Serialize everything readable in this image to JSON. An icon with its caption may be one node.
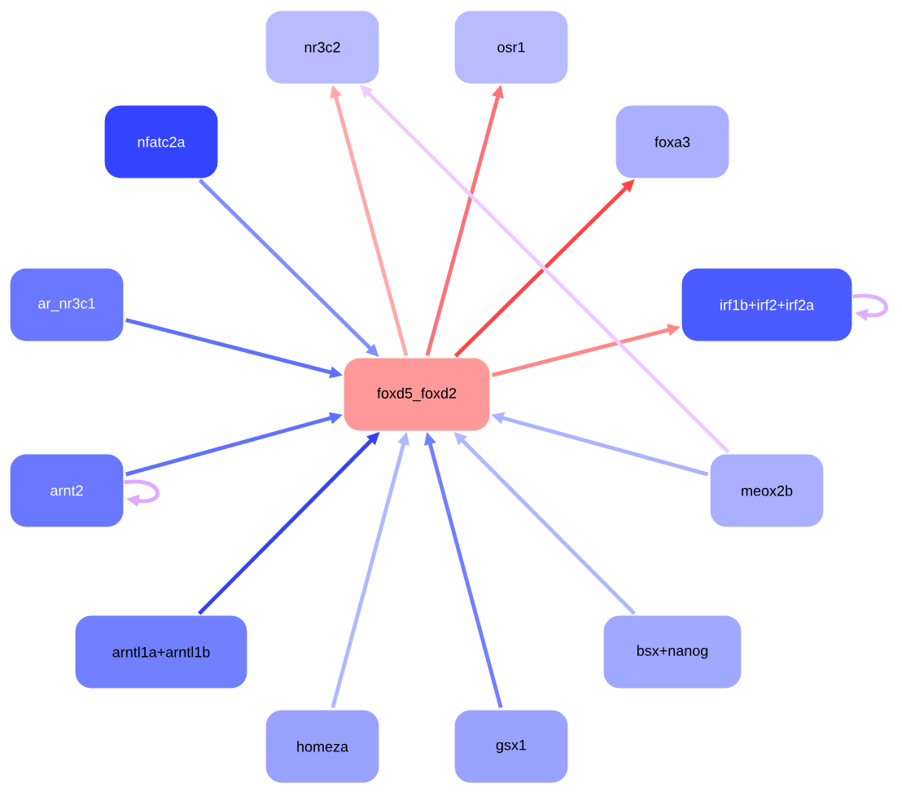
{
  "diagram": {
    "nodes": [
      {
        "text": [
          "foxd5_foxd2"
        ]
      },
      {
        "text": [
          "nr3c2"
        ]
      },
      {
        "text": [
          "osr1"
        ]
      },
      {
        "text": [
          "nfatc2a"
        ]
      },
      {
        "text": [
          "foxa3"
        ]
      },
      {
        "text": [
          "ar_nr3c1"
        ]
      },
      {
        "text": [
          "irf1b+irf2+irf2a"
        ]
      },
      {
        "text": [
          "arnt2"
        ]
      },
      {
        "text": [
          "meox2b"
        ]
      },
      {
        "text": [
          "arntl1a+arntl1b"
        ]
      },
      {
        "text": [
          "bsx+nanog"
        ]
      },
      {
        "text": [
          "homeza"
        ]
      },
      {
        "text": [
          "gsx1"
        ]
      }
    ],
    "edges": [
      {
        "from": 0,
        "to": 1,
        "arrow": "to",
        "color": "#ffaaaa"
      },
      {
        "from": 0,
        "to": 2,
        "arrow": "to",
        "color": "#ff7077"
      },
      {
        "from": 0,
        "to": 4,
        "arrow": "to",
        "color": "#ff4444"
      },
      {
        "from": 0,
        "to": 6,
        "arrow": "to",
        "color": "#ff8888"
      },
      {
        "from": 3,
        "to": 0,
        "arrow": "to",
        "color": "#8090ff"
      },
      {
        "from": 5,
        "to": 0,
        "arrow": "to",
        "color": "#6070ff"
      },
      {
        "from": 6,
        "to": 6,
        "arrow": "to",
        "color": "#e0b0ff"
      },
      {
        "from": 7,
        "to": 0,
        "arrow": "to",
        "color": "#6070ff"
      },
      {
        "from": 7,
        "to": 7,
        "arrow": "to",
        "color": "#e0a8ff"
      },
      {
        "from": 8,
        "to": 1,
        "arrow": "to",
        "color": "#eeccff"
      },
      {
        "from": 8,
        "to": 0,
        "arrow": "to",
        "color": "#aab4ff"
      },
      {
        "from": 9,
        "to": 0,
        "arrow": "to",
        "color": "#3344ee"
      },
      {
        "from": 10,
        "to": 0,
        "arrow": "to",
        "color": "#b0b8ff"
      },
      {
        "from": 11,
        "to": 0,
        "arrow": "to",
        "color": "#b0b8ff"
      },
      {
        "from": 12,
        "to": 0,
        "arrow": "to",
        "color": "#7080ff"
      }
    ]
  }
}
